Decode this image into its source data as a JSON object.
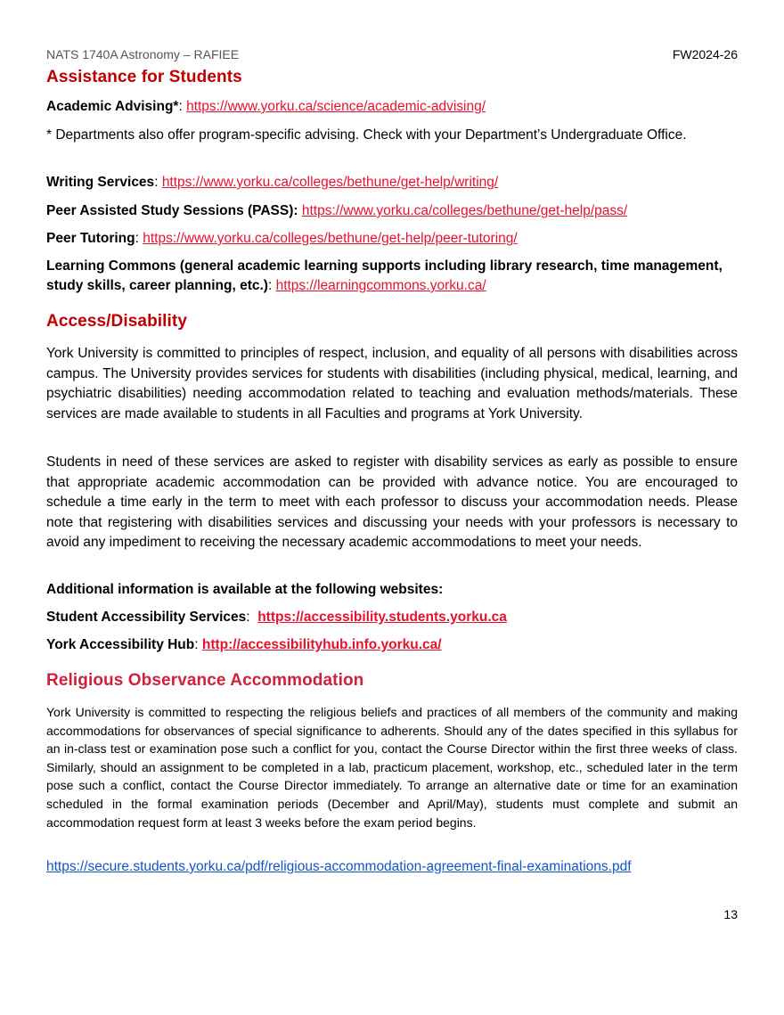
{
  "header": {
    "left": "NATS 1740A Astronomy – RAFIEE",
    "right": "FW2024-26"
  },
  "assistance": {
    "heading": "Assistance for Students",
    "academic_advising": {
      "label": "Academic Advising*",
      "url": "https://www.yorku.ca/science/academic-advising/"
    },
    "note": "* Departments also offer program-specific advising. Check with your Department’s Undergraduate Office.",
    "writing": {
      "label": "Writing Services",
      "url": "https://www.yorku.ca/colleges/bethune/get-help/writing/"
    },
    "pass": {
      "label": "Peer Assisted Study Sessions (PASS):",
      "url": "https://www.yorku.ca/colleges/bethune/get-help/pass/"
    },
    "tutoring": {
      "label": "Peer Tutoring",
      "url": "https://www.yorku.ca/colleges/bethune/get-help/peer-tutoring/"
    },
    "commons": {
      "label": "Learning Commons (general academic learning supports including library research, time management, study skills, career planning, etc.)",
      "url": "https://learningcommons.yorku.ca/"
    }
  },
  "access": {
    "heading": "Access/Disability",
    "para1": "York University is committed to principles of respect, inclusion, and equality of all persons with disabilities across campus. The University provides services for students with disabilities (including physical, medical, learning, and psychiatric disabilities) needing accommodation related to teaching and evaluation methods/materials. These services are made available to students in all Faculties and programs at York University.",
    "para2": "Students in need of these services are asked to register with disability services as early as possible to ensure that appropriate academic accommodation can be provided with advance notice. You are encouraged to schedule a time early in the term to meet with each professor to discuss your accommodation needs. Please note that registering with disabilities services and discussing your needs with your professors is necessary to avoid any impediment to receiving the necessary academic accommodations to meet your needs.",
    "additional": "Additional information is available at the following websites:",
    "sas": {
      "label": "Student Accessibility Services",
      "url": "https://accessibility.students.yorku.ca"
    },
    "hub": {
      "label": "York Accessibility Hub",
      "url": "http://accessibilityhub.info.yorku.ca/"
    }
  },
  "religious": {
    "heading": "Religious Observance Accommodation",
    "para": "York University is committed to respecting the religious beliefs and practices of all members of the community and making accommodations for observances of special significance to adherents. Should any of the dates specified in this syllabus for an in-class test or examination pose such a conflict for you, contact the Course Director within the first three weeks of class. Similarly, should an assignment to be completed in a lab, practicum placement, workshop, etc., scheduled later in the term pose such a conflict, contact the Course Director immediately. To arrange an alternative date or time for an examination scheduled in the formal examination periods (December and April/May), students must complete and submit an accommodation request form at least 3 weeks before the exam period begins.",
    "url": "https://secure.students.yorku.ca/pdf/religious-accommodation-agreement-final-examinations.pdf"
  },
  "page_number": "13"
}
